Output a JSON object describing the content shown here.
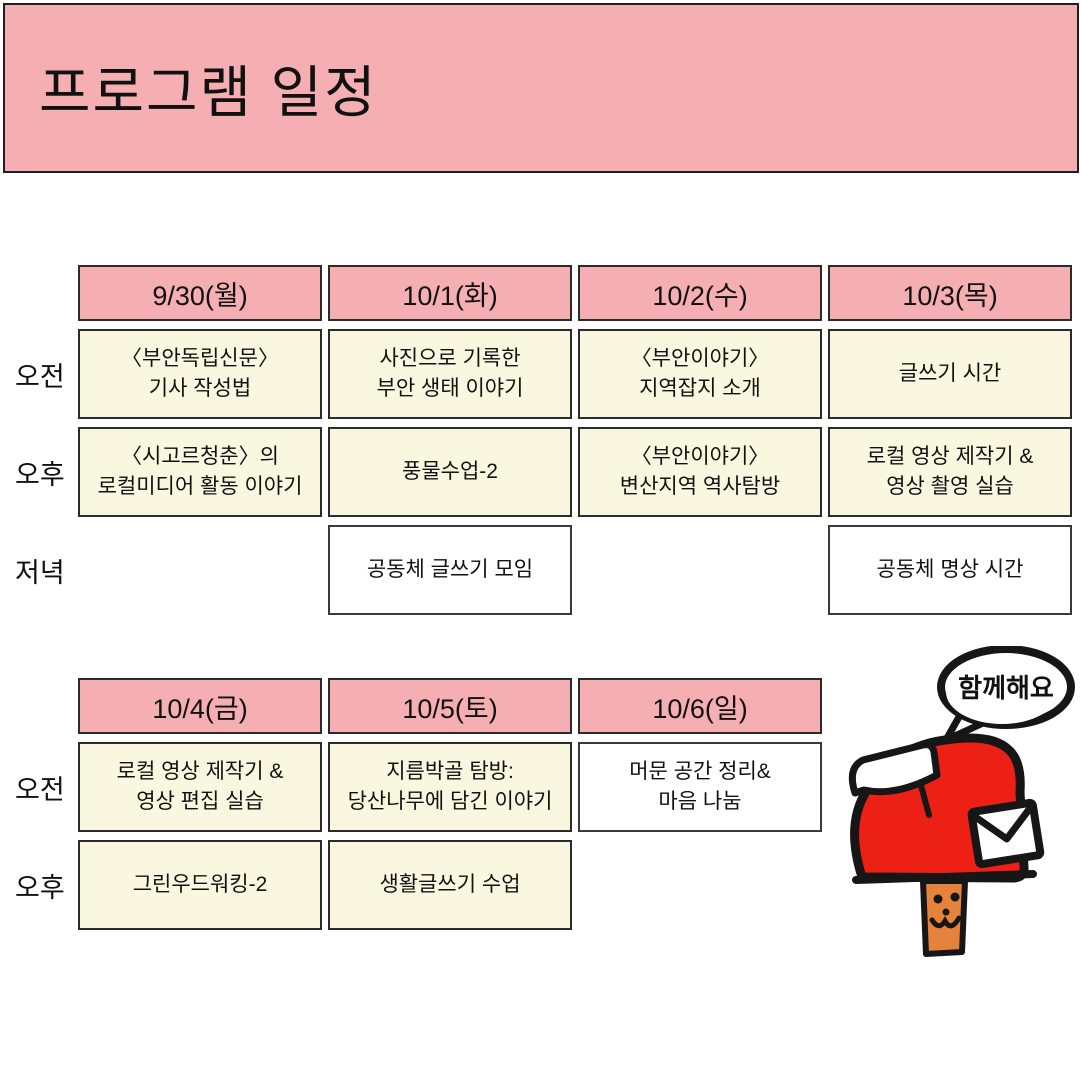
{
  "title": "프로그램 일정",
  "rows": {
    "morning": "오전",
    "afternoon": "오후",
    "evening": "저녁"
  },
  "week1": {
    "days": [
      "9/30(월)",
      "10/1(화)",
      "10/2(수)",
      "10/3(목)"
    ],
    "morning": [
      "〈부안독립신문〉\n기사 작성법",
      "사진으로 기록한\n부안 생태 이야기",
      "〈부안이야기〉\n지역잡지 소개",
      "글쓰기 시간"
    ],
    "afternoon": [
      "〈시고르청춘〉의\n로컬미디어 활동 이야기",
      "풍물수업-2",
      "〈부안이야기〉\n변산지역 역사탐방",
      "로컬 영상 제작기 &\n영상 촬영 실습"
    ],
    "evening": {
      "1": "공동체 글쓰기 모임",
      "3": "공동체 명상 시간"
    }
  },
  "week2": {
    "days": [
      "10/4(금)",
      "10/5(토)",
      "10/6(일)"
    ],
    "morning": [
      "로컬 영상 제작기 &\n영상 편집 실습",
      "지름박골 탐방:\n당산나무에 담긴 이야기",
      "머문 공간 정리&\n마음 나눔"
    ],
    "afternoon": [
      "그린우드워킹-2",
      "생활글쓰기 수업"
    ]
  },
  "mascot": {
    "speech": "함께해요"
  },
  "colors": {
    "header_pink": "#F5AEB2",
    "cell_cream": "#FAF7E0",
    "cell_white": "#FFFFFF",
    "outline": "#1F1F1F",
    "mailbox_red": "#ED2016",
    "post_orange": "#E5823B"
  }
}
